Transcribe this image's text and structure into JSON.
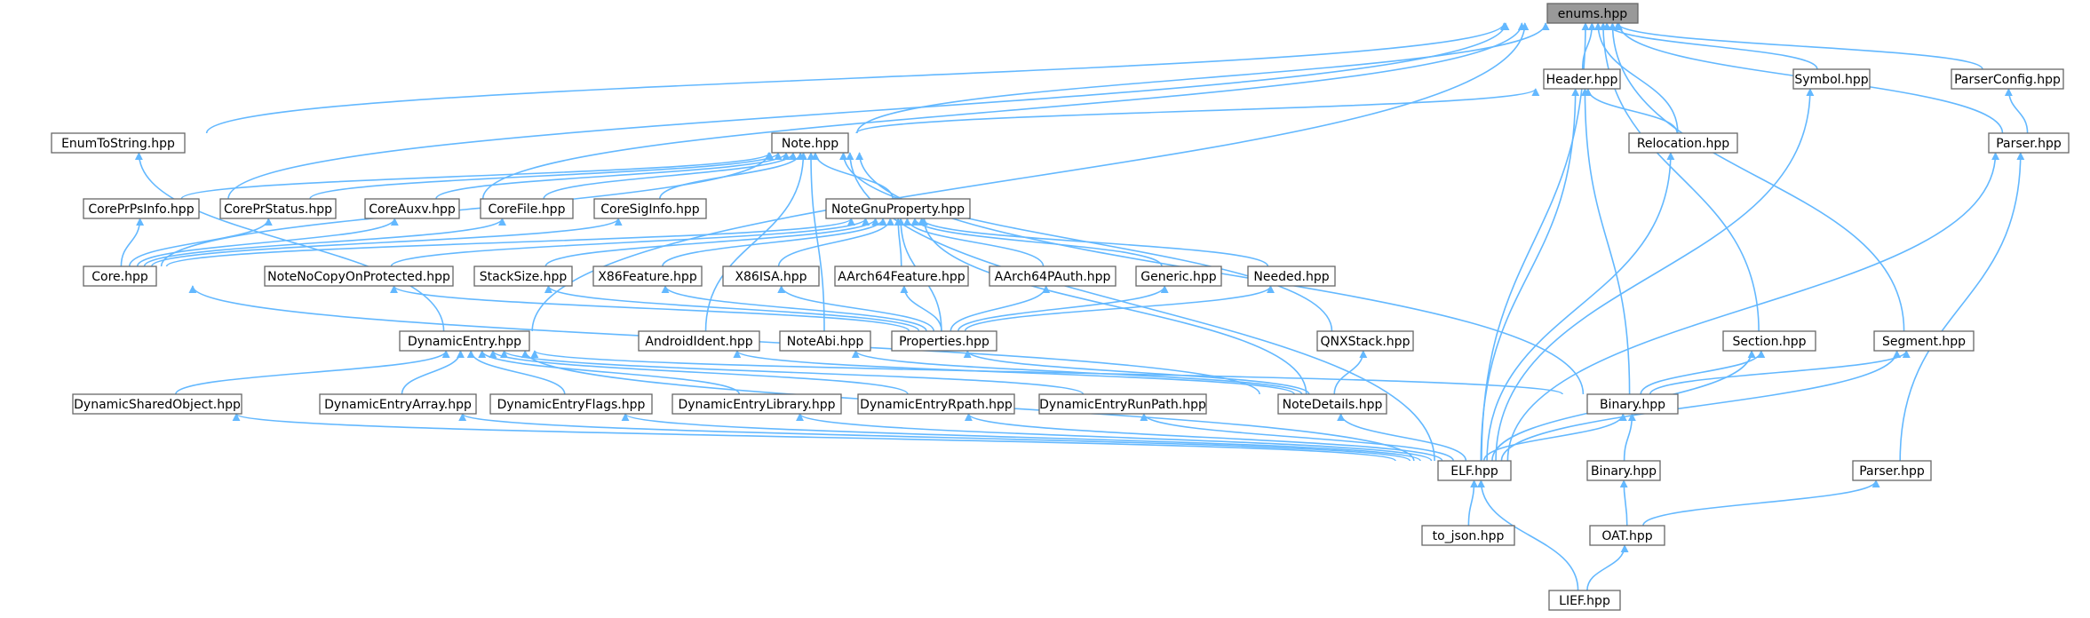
{
  "diagram": {
    "nodes": [
      {
        "id": "enums",
        "label": "enums.hpp",
        "highlight": true
      },
      {
        "id": "header",
        "label": "Header.hpp"
      },
      {
        "id": "symbol",
        "label": "Symbol.hpp"
      },
      {
        "id": "parserconfig",
        "label": "ParserConfig.hpp"
      },
      {
        "id": "enumtostring",
        "label": "EnumToString.hpp"
      },
      {
        "id": "note",
        "label": "Note.hpp"
      },
      {
        "id": "relocation",
        "label": "Relocation.hpp"
      },
      {
        "id": "parser",
        "label": "Parser.hpp"
      },
      {
        "id": "coreprpsinfo",
        "label": "CorePrPsInfo.hpp"
      },
      {
        "id": "coreprstatus",
        "label": "CorePrStatus.hpp"
      },
      {
        "id": "coreauxv",
        "label": "CoreAuxv.hpp"
      },
      {
        "id": "corefile",
        "label": "CoreFile.hpp"
      },
      {
        "id": "coresiginfo",
        "label": "CoreSigInfo.hpp"
      },
      {
        "id": "notegnuproperty",
        "label": "NoteGnuProperty.hpp"
      },
      {
        "id": "core",
        "label": "Core.hpp"
      },
      {
        "id": "notenocopy",
        "label": "NoteNoCopyOnProtected.hpp"
      },
      {
        "id": "stacksize",
        "label": "StackSize.hpp"
      },
      {
        "id": "x86feature",
        "label": "X86Feature.hpp"
      },
      {
        "id": "x86isa",
        "label": "X86ISA.hpp"
      },
      {
        "id": "aarch64feature",
        "label": "AArch64Feature.hpp"
      },
      {
        "id": "aarch64pauth",
        "label": "AArch64PAuth.hpp"
      },
      {
        "id": "generic",
        "label": "Generic.hpp"
      },
      {
        "id": "needed",
        "label": "Needed.hpp"
      },
      {
        "id": "dynamicentry",
        "label": "DynamicEntry.hpp"
      },
      {
        "id": "androidident",
        "label": "AndroidIdent.hpp"
      },
      {
        "id": "noteabi",
        "label": "NoteAbi.hpp"
      },
      {
        "id": "properties",
        "label": "Properties.hpp"
      },
      {
        "id": "qnxstack",
        "label": "QNXStack.hpp"
      },
      {
        "id": "section",
        "label": "Section.hpp"
      },
      {
        "id": "segment",
        "label": "Segment.hpp"
      },
      {
        "id": "dynsharedobj",
        "label": "DynamicSharedObject.hpp"
      },
      {
        "id": "dynentryarray",
        "label": "DynamicEntryArray.hpp"
      },
      {
        "id": "dynentryflags",
        "label": "DynamicEntryFlags.hpp"
      },
      {
        "id": "dynentrylibrary",
        "label": "DynamicEntryLibrary.hpp"
      },
      {
        "id": "dynentryrpath",
        "label": "DynamicEntryRpath.hpp"
      },
      {
        "id": "dynentryrunpath",
        "label": "DynamicEntryRunPath.hpp"
      },
      {
        "id": "notedetails",
        "label": "NoteDetails.hpp"
      },
      {
        "id": "binary",
        "label": "Binary.hpp"
      },
      {
        "id": "elf",
        "label": "ELF.hpp"
      },
      {
        "id": "binary2",
        "label": "Binary.hpp"
      },
      {
        "id": "parser2",
        "label": "Parser.hpp"
      },
      {
        "id": "tojson",
        "label": "to_json.hpp"
      },
      {
        "id": "oat",
        "label": "OAT.hpp"
      },
      {
        "id": "lief",
        "label": "LIEF.hpp"
      }
    ],
    "edges": [
      [
        "header",
        "enums"
      ],
      [
        "symbol",
        "enums"
      ],
      [
        "parserconfig",
        "enums"
      ],
      [
        "enumtostring",
        "enums"
      ],
      [
        "relocation",
        "enums"
      ],
      [
        "parser",
        "enums"
      ],
      [
        "coreprpsinfo",
        "enums"
      ],
      [
        "coreauxv",
        "enums"
      ],
      [
        "note",
        "enums"
      ],
      [
        "section",
        "enums"
      ],
      [
        "segment",
        "enums"
      ],
      [
        "dynamicentry",
        "enums"
      ],
      [
        "elf",
        "enums"
      ],
      [
        "note",
        "header"
      ],
      [
        "relocation",
        "header"
      ],
      [
        "binary",
        "header"
      ],
      [
        "elf",
        "header"
      ],
      [
        "parser",
        "parserconfig"
      ],
      [
        "elf",
        "symbol"
      ],
      [
        "elf",
        "relocation"
      ],
      [
        "elf",
        "parser"
      ],
      [
        "parser2",
        "parser"
      ],
      [
        "dynamicentry",
        "enumtostring"
      ],
      [
        "coreprpsinfo",
        "note"
      ],
      [
        "coreprstatus",
        "note"
      ],
      [
        "coreauxv",
        "note"
      ],
      [
        "corefile",
        "note"
      ],
      [
        "coresiginfo",
        "note"
      ],
      [
        "notegnuproperty",
        "note"
      ],
      [
        "core",
        "note"
      ],
      [
        "androidident",
        "note"
      ],
      [
        "noteabi",
        "note"
      ],
      [
        "qnxstack",
        "note"
      ],
      [
        "binary",
        "note"
      ],
      [
        "elf",
        "note"
      ],
      [
        "core",
        "coreprpsinfo"
      ],
      [
        "core",
        "coreprstatus"
      ],
      [
        "core",
        "coreauxv"
      ],
      [
        "core",
        "corefile"
      ],
      [
        "core",
        "coresiginfo"
      ],
      [
        "notedetails",
        "core"
      ],
      [
        "notenocopy",
        "notegnuproperty"
      ],
      [
        "stacksize",
        "notegnuproperty"
      ],
      [
        "x86feature",
        "notegnuproperty"
      ],
      [
        "x86isa",
        "notegnuproperty"
      ],
      [
        "aarch64feature",
        "notegnuproperty"
      ],
      [
        "aarch64pauth",
        "notegnuproperty"
      ],
      [
        "generic",
        "notegnuproperty"
      ],
      [
        "needed",
        "notegnuproperty"
      ],
      [
        "core",
        "notegnuproperty"
      ],
      [
        "properties",
        "notegnuproperty"
      ],
      [
        "notedetails",
        "notegnuproperty"
      ],
      [
        "properties",
        "notenocopy"
      ],
      [
        "properties",
        "stacksize"
      ],
      [
        "properties",
        "x86feature"
      ],
      [
        "properties",
        "x86isa"
      ],
      [
        "properties",
        "aarch64feature"
      ],
      [
        "properties",
        "aarch64pauth"
      ],
      [
        "properties",
        "generic"
      ],
      [
        "properties",
        "needed"
      ],
      [
        "notedetails",
        "properties"
      ],
      [
        "notedetails",
        "androidident"
      ],
      [
        "notedetails",
        "noteabi"
      ],
      [
        "notedetails",
        "qnxstack"
      ],
      [
        "elf",
        "notedetails"
      ],
      [
        "dynsharedobj",
        "dynamicentry"
      ],
      [
        "dynentryarray",
        "dynamicentry"
      ],
      [
        "dynentryflags",
        "dynamicentry"
      ],
      [
        "dynentrylibrary",
        "dynamicentry"
      ],
      [
        "dynentryrpath",
        "dynamicentry"
      ],
      [
        "dynentryrunpath",
        "dynamicentry"
      ],
      [
        "binary",
        "dynamicentry"
      ],
      [
        "elf",
        "dynamicentry"
      ],
      [
        "elf",
        "dynsharedobj"
      ],
      [
        "elf",
        "dynentryarray"
      ],
      [
        "elf",
        "dynentryflags"
      ],
      [
        "elf",
        "dynentrylibrary"
      ],
      [
        "elf",
        "dynentryrpath"
      ],
      [
        "elf",
        "dynentryrunpath"
      ],
      [
        "binary",
        "section"
      ],
      [
        "elf",
        "section"
      ],
      [
        "binary",
        "segment"
      ],
      [
        "elf",
        "segment"
      ],
      [
        "elf",
        "binary"
      ],
      [
        "binary2",
        "binary"
      ],
      [
        "tojson",
        "elf"
      ],
      [
        "lief",
        "elf"
      ],
      [
        "oat",
        "binary2"
      ],
      [
        "oat",
        "parser2"
      ],
      [
        "lief",
        "oat"
      ]
    ]
  }
}
